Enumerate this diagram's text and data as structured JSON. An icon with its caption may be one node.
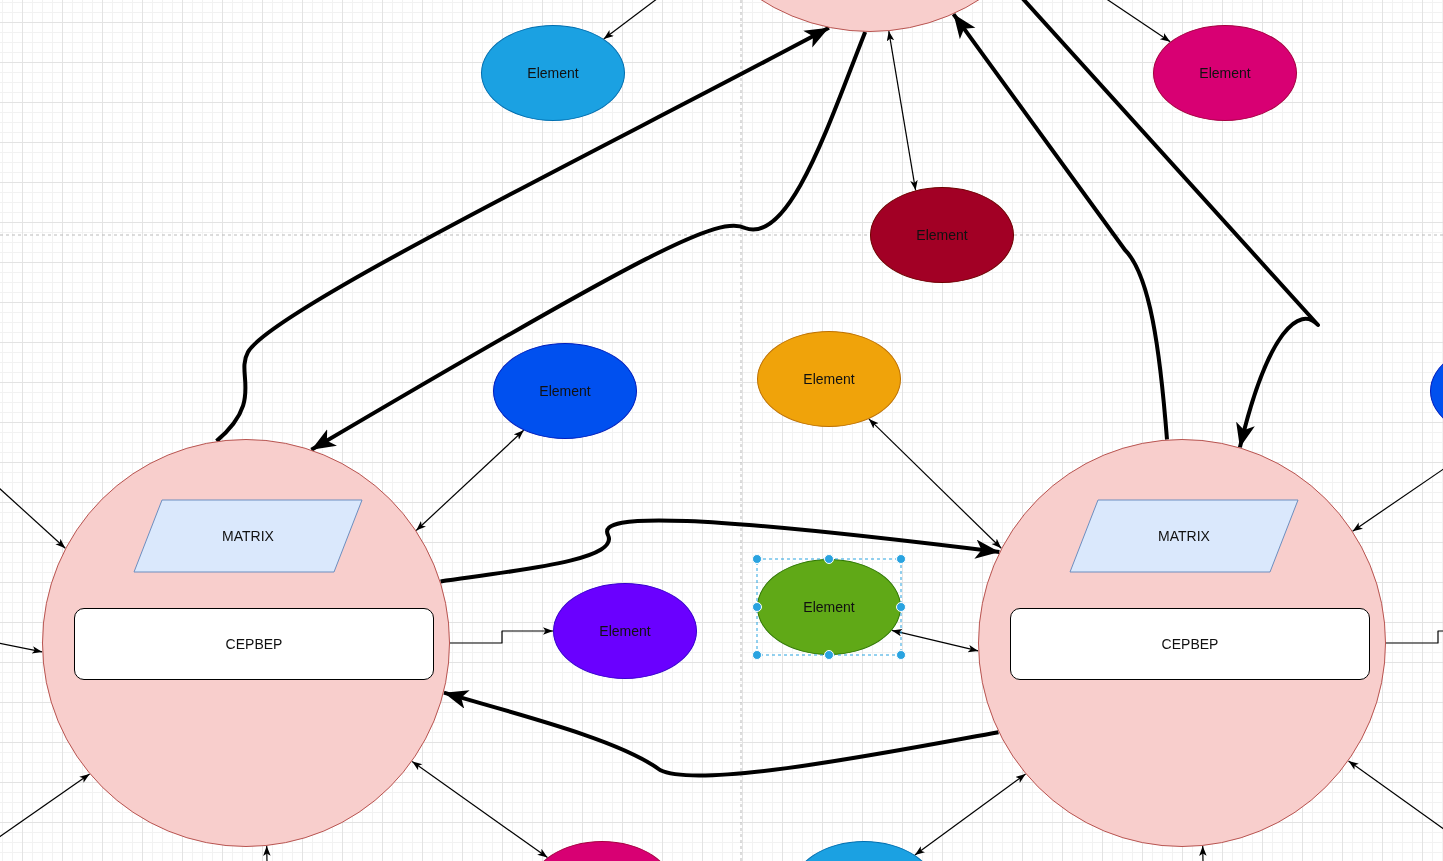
{
  "diagram": {
    "nodes": [
      {
        "text": [],
        "shape": "circle"
      },
      {
        "text": [
          "Element"
        ]
      },
      {
        "text": [
          "Element"
        ]
      },
      {
        "text": [
          "Element"
        ]
      },
      {
        "text": [
          "Element"
        ]
      },
      {
        "text": [
          "Element"
        ]
      },
      {
        "text": [],
        "shape": "circle"
      },
      {
        "text": [
          "MATRIX"
        ],
        "in": 6
      },
      {
        "text": [
          "СЕРВЕР"
        ],
        "in": 6
      },
      {
        "text": [
          "Element"
        ]
      },
      {
        "text": [
          "Element"
        ]
      },
      {
        "text": [],
        "shape": "circle"
      },
      {
        "text": [
          "MATRIX"
        ],
        "in": 11
      },
      {
        "text": [
          "СЕРВЕР"
        ],
        "in": 11
      },
      {
        "text": [],
        "shape": "ellipse"
      },
      {
        "text": [],
        "shape": "ellipse"
      },
      {
        "text": [],
        "shape": "ellipse"
      }
    ],
    "edges": [
      {
        "from": 0,
        "to": 1,
        "arrow": "to"
      },
      {
        "from": null,
        "to": 2,
        "arrow": "to"
      },
      {
        "from": 0,
        "to": 3,
        "arrow": "both"
      },
      {
        "from": 6,
        "to": 0,
        "arrow": "to",
        "style": "thick"
      },
      {
        "from": 0,
        "to": 6,
        "arrow": "to",
        "style": "thick"
      },
      {
        "from": 11,
        "to": 0,
        "arrow": "to",
        "style": "thick"
      },
      {
        "from": 0,
        "to": 11,
        "arrow": "to",
        "style": "thick"
      },
      {
        "from": 6,
        "to": 4,
        "arrow": "both"
      },
      {
        "from": 5,
        "to": 11,
        "arrow": "both"
      },
      {
        "from": 6,
        "to": 11,
        "arrow": "to",
        "style": "thick"
      },
      {
        "from": 6,
        "to": 9,
        "arrow": "to"
      },
      {
        "from": 10,
        "to": 11,
        "arrow": "both"
      },
      {
        "from": 11,
        "to": 6,
        "arrow": "to",
        "style": "thick"
      },
      {
        "from": null,
        "to": 6,
        "arrow": "to"
      },
      {
        "from": null,
        "to": 6,
        "arrow": "to"
      },
      {
        "from": null,
        "to": 6,
        "arrow": "to"
      },
      {
        "from": 6,
        "to": 15,
        "arrow": "both"
      },
      {
        "from": null,
        "to": 6,
        "arrow": "to"
      },
      {
        "from": 16,
        "to": 11,
        "arrow": "both"
      },
      {
        "from": null,
        "to": 11,
        "arrow": "to"
      },
      {
        "from": null,
        "to": 11,
        "arrow": "to"
      },
      {
        "from": null,
        "to": 11,
        "arrow": "to"
      },
      {
        "from": 11,
        "to": null,
        "arrow": "none"
      }
    ]
  }
}
